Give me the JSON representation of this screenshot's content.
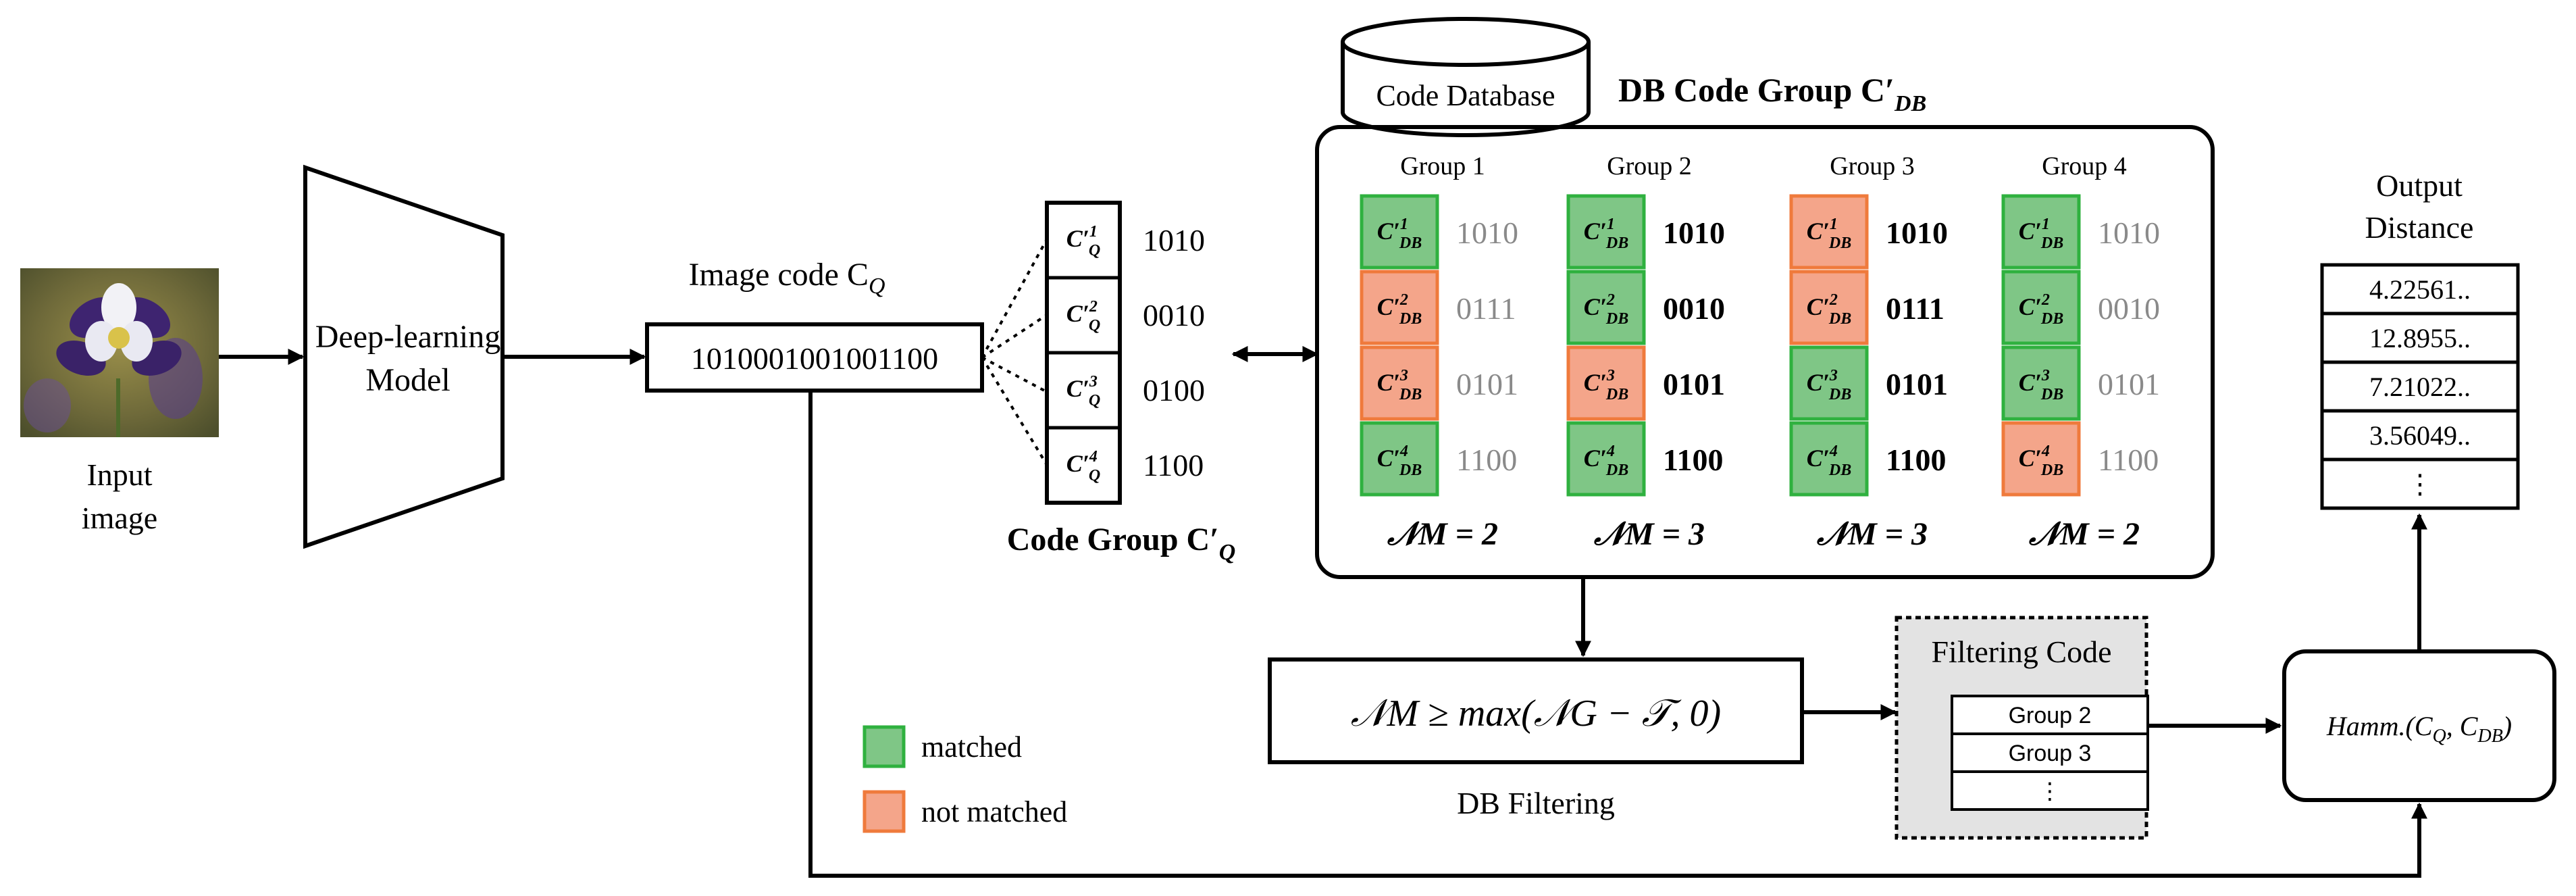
{
  "input": {
    "label_line1": "Input",
    "label_line2": "image"
  },
  "model": {
    "label_line1": "Deep-learning",
    "label_line2": "Model"
  },
  "image_code": {
    "title": "Image code C",
    "title_sub": "Q",
    "value": "1010001001001100"
  },
  "query_group": {
    "title": "Code Group C′",
    "title_sub": "Q",
    "cells": [
      {
        "sym": "C′",
        "sup": "1",
        "sub": "Q",
        "bits": "1010"
      },
      {
        "sym": "C′",
        "sup": "2",
        "sub": "Q",
        "bits": "0010"
      },
      {
        "sym": "C′",
        "sup": "3",
        "sub": "Q",
        "bits": "0100"
      },
      {
        "sym": "C′",
        "sup": "4",
        "sub": "Q",
        "bits": "1100"
      }
    ]
  },
  "database": {
    "cylinder_label": "Code Database",
    "group_title": "DB  Code Group C′",
    "group_title_sub": "DB",
    "groups": [
      {
        "name": "Group 1",
        "nm": "𝒩M = 2",
        "cells": [
          {
            "sup": "1",
            "bits": "1010",
            "matched": true
          },
          {
            "sup": "2",
            "bits": "0111",
            "matched": false
          },
          {
            "sup": "3",
            "bits": "0101",
            "matched": false
          },
          {
            "sup": "4",
            "bits": "1100",
            "matched": true
          }
        ]
      },
      {
        "name": "Group 2",
        "nm": "𝒩M = 3",
        "cells": [
          {
            "sup": "1",
            "bits": "1010",
            "matched": true
          },
          {
            "sup": "2",
            "bits": "0010",
            "matched": true
          },
          {
            "sup": "3",
            "bits": "0101",
            "matched": false
          },
          {
            "sup": "4",
            "bits": "1100",
            "matched": true
          }
        ]
      },
      {
        "name": "Group 3",
        "nm": "𝒩M = 3",
        "cells": [
          {
            "sup": "1",
            "bits": "1010",
            "matched": false
          },
          {
            "sup": "2",
            "bits": "0111",
            "matched": false
          },
          {
            "sup": "3",
            "bits": "0101",
            "matched": true
          },
          {
            "sup": "4",
            "bits": "1100",
            "matched": true
          }
        ]
      },
      {
        "name": "Group 4",
        "nm": "𝒩M = 2",
        "cells": [
          {
            "sup": "1",
            "bits": "1010",
            "matched": true
          },
          {
            "sup": "2",
            "bits": "0010",
            "matched": true
          },
          {
            "sup": "3",
            "bits": "0101",
            "matched": true
          },
          {
            "sup": "4",
            "bits": "1100",
            "matched": false
          }
        ]
      }
    ]
  },
  "db_filtering": {
    "formula": "𝒩M ≥ max(𝒩G − 𝒯, 0)",
    "label": "DB Filtering"
  },
  "filtering_code": {
    "title": "Filtering Code",
    "rows": [
      "Group 2",
      "Group 3",
      "⋮"
    ]
  },
  "hamming": {
    "label": "Hamm.(C",
    "sub1": "Q",
    "mid": ", C",
    "sub2": "DB",
    "end": ")"
  },
  "output": {
    "title_line1": "Output",
    "title_line2": "Distance",
    "rows": [
      "4.22561..",
      "12.8955..",
      "7.21022..",
      "3.56049..",
      "⋮"
    ]
  },
  "legend": {
    "matched": "matched",
    "not_matched": "not matched"
  },
  "colors": {
    "matched_fill": "#7fc686",
    "matched_stroke": "#2fb13f",
    "unmatched_fill": "#f4a58a",
    "unmatched_stroke": "#ef7a3c",
    "filter_bg": "#e3e3e3"
  }
}
